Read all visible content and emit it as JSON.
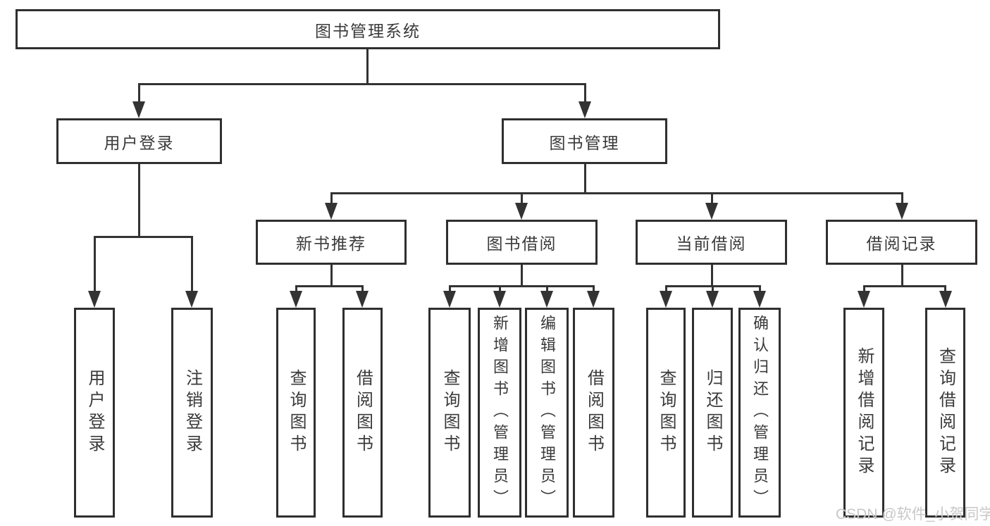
{
  "tree": {
    "root": {
      "label": "图书管理系统"
    },
    "level1": [
      {
        "label": "用户登录"
      },
      {
        "label": "图书管理"
      }
    ],
    "level2": [
      {
        "label": "新书推荐",
        "parent": "图书管理"
      },
      {
        "label": "图书借阅",
        "parent": "图书管理"
      },
      {
        "label": "当前借阅",
        "parent": "图书管理"
      },
      {
        "label": "借阅记录",
        "parent": "图书管理"
      }
    ],
    "leaves": [
      {
        "label": "用户登录",
        "parent": "用户登录"
      },
      {
        "label": "注销登录",
        "parent": "用户登录"
      },
      {
        "label": "查询图书",
        "parent": "新书推荐"
      },
      {
        "label": "借阅图书",
        "parent": "新书推荐"
      },
      {
        "label": "查询图书",
        "parent": "图书借阅"
      },
      {
        "label": "新增图书（管理员）",
        "parent": "图书借阅"
      },
      {
        "label": "编辑图书（管理员）",
        "parent": "图书借阅"
      },
      {
        "label": "借阅图书",
        "parent": "图书借阅"
      },
      {
        "label": "查询图书",
        "parent": "当前借阅"
      },
      {
        "label": "归还图书",
        "parent": "当前借阅"
      },
      {
        "label": "确认归还（管理员）",
        "parent": "当前借阅"
      },
      {
        "label": "新增借阅记录",
        "parent": "借阅记录"
      },
      {
        "label": "查询借阅记录",
        "parent": "借阅记录"
      }
    ]
  },
  "watermark": {
    "text": "CSDN @软件_小贺同学",
    "color": "#c8c8c8"
  },
  "colors": {
    "line": "#333333",
    "border": "#2f2f2f",
    "text": "#3a3a3a",
    "background": "#ffffff"
  }
}
